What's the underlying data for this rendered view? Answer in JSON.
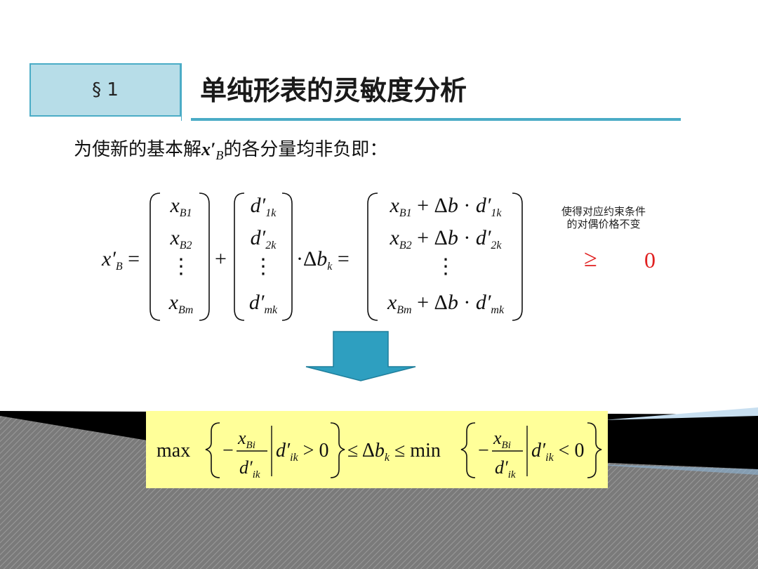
{
  "section_label": "§ 1",
  "title": "单纯形表的灵敏度分析",
  "intro": {
    "text_before": "为使新的基本解",
    "var": "x′",
    "var_sub": "B",
    "text_after": "的各分量均非负即："
  },
  "equation": {
    "lhs": "x′",
    "lhs_sub": "B",
    "vec1": [
      "x_B1",
      "x_B2",
      "⋮",
      "x_Bm"
    ],
    "vec2": [
      "d′_1k",
      "d′_2k",
      "⋮",
      "d′_mk"
    ],
    "multiplier": "Δb_k",
    "vec3": [
      "x_B1 + Δb · d′_1k",
      "x_B2 + Δb · d′_2k",
      "⋮",
      "x_Bm + Δb · d′_mk"
    ]
  },
  "note": {
    "line1": "使得对应约束条件",
    "line2": "的对偶价格不变"
  },
  "condition": {
    "sign": "≥",
    "value": "0"
  },
  "result": {
    "max_label": "max",
    "min_label": "min",
    "numerator": "x_Bi",
    "denominator": "d′_ik",
    "cond_left": "d′_ik > 0",
    "cond_right": "d′_ik < 0",
    "middle": "≤ Δb_k ≤"
  },
  "colors": {
    "accent": "#4bacc6",
    "section_fill": "#b7dde8",
    "arrow": "#2e9fc0",
    "highlight": "#ffff99",
    "condition_red": "#e02020"
  }
}
